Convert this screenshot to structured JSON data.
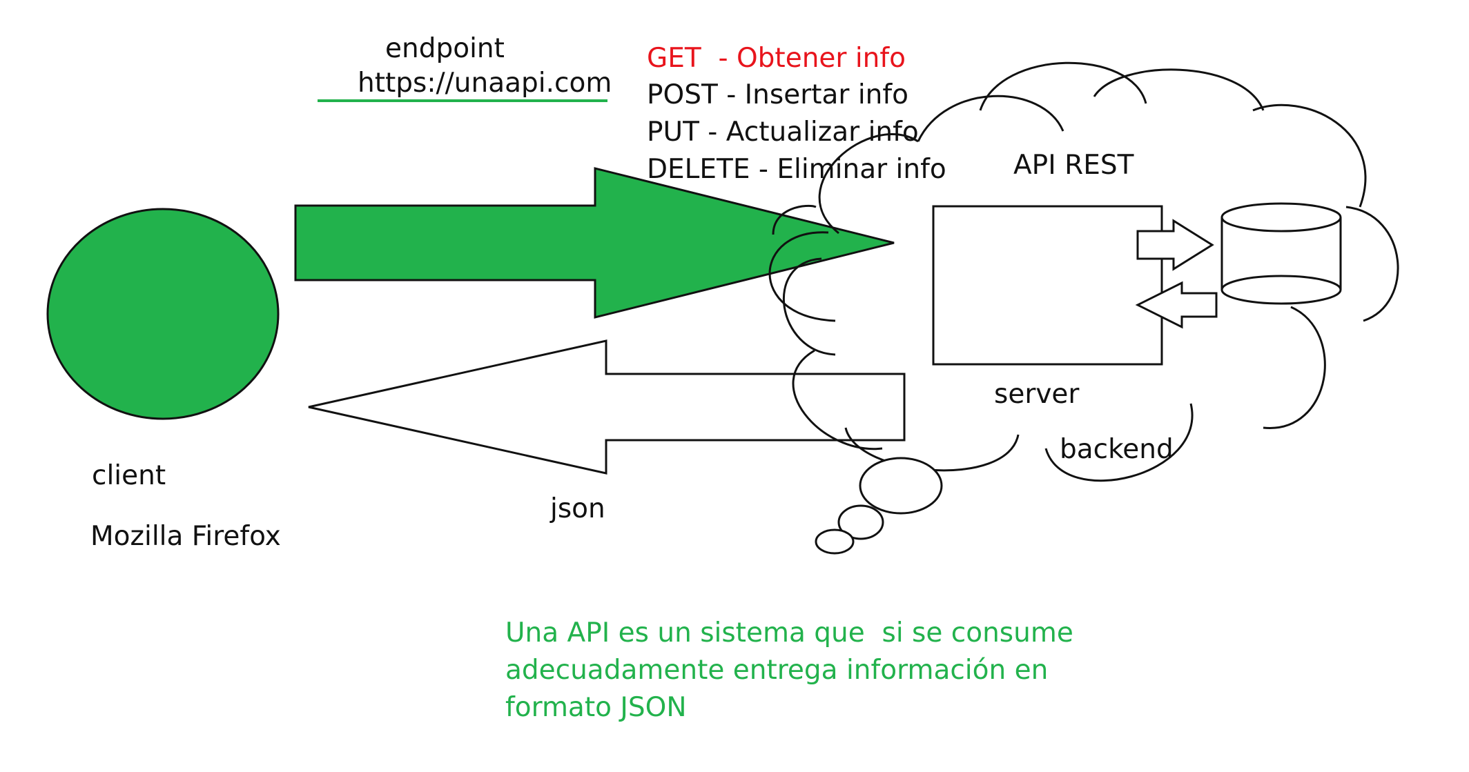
{
  "colors": {
    "green": "#22b24c",
    "red": "#e8141c",
    "ink": "#111111",
    "background": "#ffffff"
  },
  "labels": {
    "endpoint": "endpoint",
    "url": "https://unaapi.com",
    "api_rest": "API REST",
    "server": "server",
    "backend": "backend",
    "client": "client",
    "browser": "Mozilla Firefox",
    "json": "json"
  },
  "methods": [
    "GET  - Obtener info",
    "POST - Insertar info",
    "PUT - Actualizar info",
    "DELETE - Eliminar info"
  ],
  "description": [
    "Una API es un sistema que  si se consume",
    "adecuadamente entrega información en",
    "formato JSON"
  ],
  "shapes": {
    "client": "client-circle",
    "request_arrow": "request-arrow",
    "response_arrow": "response-arrow",
    "cloud": "api-cloud",
    "server": "server-box",
    "database": "database-cylinder"
  }
}
